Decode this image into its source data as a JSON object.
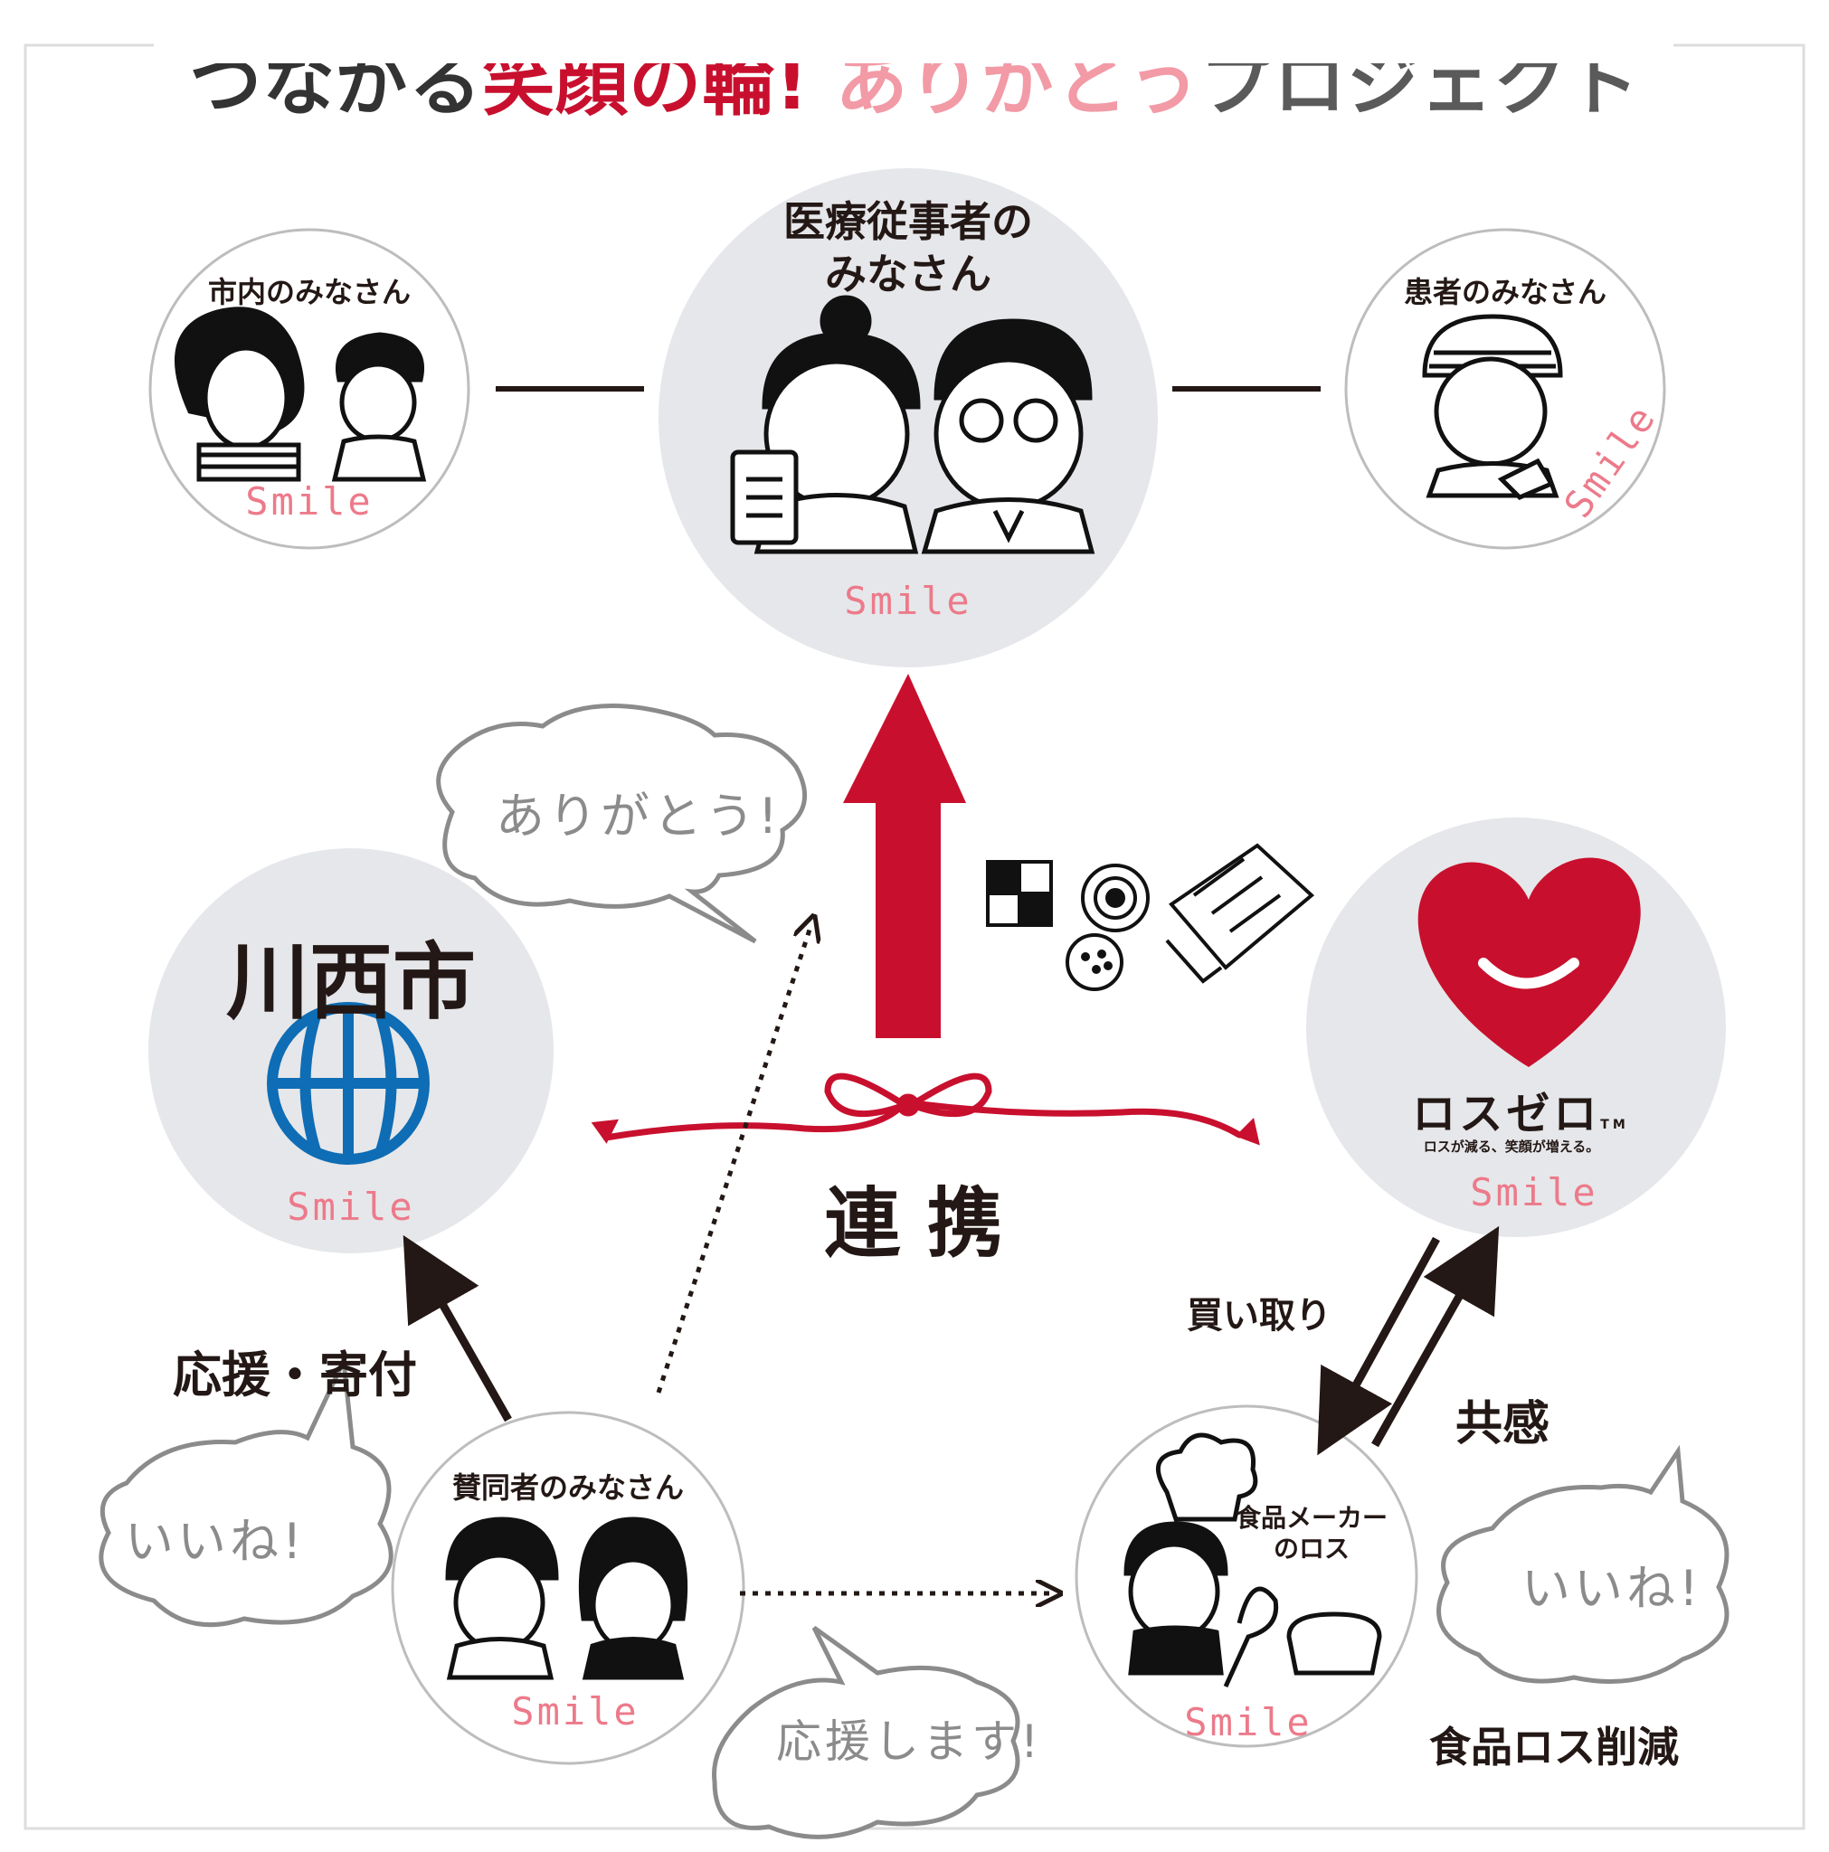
{
  "title": {
    "part1": "つながる",
    "part2": "笑顔の輪!",
    "part3": "ありがとう",
    "part4": "プロジェクト"
  },
  "nodes": {
    "medical": "医療従事者の\nみなさん",
    "citizens": "市内のみなさん",
    "patients": "患者のみなさん",
    "city": "川西市",
    "losszero": "ロスゼロ",
    "losszero_tm": "TM",
    "losszero_tagline": "ロスが減る、笑顔が増える。",
    "supporters": "賛同者のみなさん",
    "maker": "食品メーカー\nのロス"
  },
  "smile_label": "Smile",
  "labels": {
    "partnership": "連 携",
    "support": "応援・寄付",
    "purchase": "買い取り",
    "empathy": "共感",
    "food_loss": "食品ロス削減"
  },
  "bubbles": {
    "thanks": "ありがとう!",
    "like_left": "いいね!",
    "like_right": "いいね!",
    "cheer": "応援します!"
  },
  "colors": {
    "red": "#c8102e",
    "pink": "#ec7a8a",
    "circle_fill": "#e6e7ea",
    "city_blue": "#0e6db5"
  }
}
